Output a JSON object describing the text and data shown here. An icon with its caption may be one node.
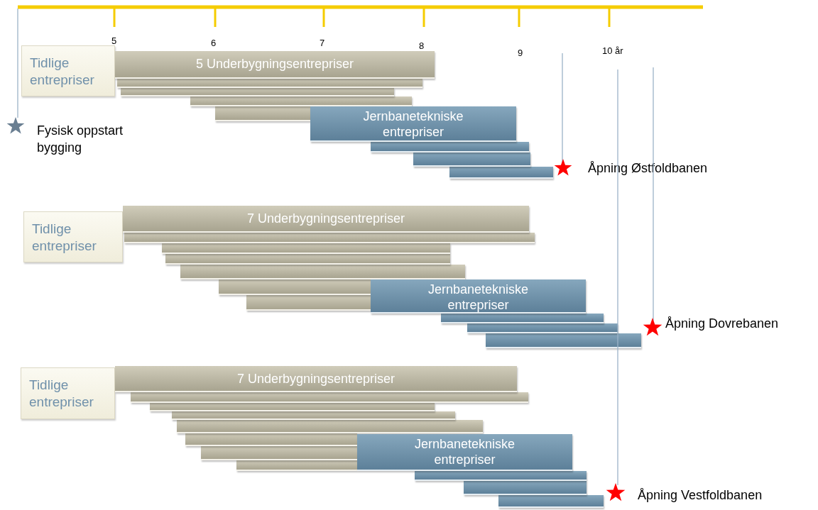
{
  "diagram": {
    "nodes": [
      {
        "text": [
          "Tidlige entrepriser"
        ]
      },
      {
        "text": [
          "5 Underbygningsentrepriser"
        ]
      },
      {
        "text": [],
        "shape": "bar"
      },
      {
        "text": [],
        "shape": "bar"
      },
      {
        "text": [],
        "shape": "bar"
      },
      {
        "text": [],
        "shape": "bar"
      },
      {
        "text": [
          "Jernbanetekniske entrepriser"
        ]
      },
      {
        "text": [],
        "shape": "bar"
      },
      {
        "text": [],
        "shape": "bar"
      },
      {
        "text": [],
        "shape": "bar"
      },
      {
        "text": [
          "Tidlige entrepriser"
        ]
      },
      {
        "text": [
          "7 Underbygningsentrepriser"
        ]
      },
      {
        "text": [],
        "shape": "bar"
      },
      {
        "text": [],
        "shape": "bar"
      },
      {
        "text": [],
        "shape": "bar"
      },
      {
        "text": [],
        "shape": "bar"
      },
      {
        "text": [],
        "shape": "bar"
      },
      {
        "text": [],
        "shape": "bar"
      },
      {
        "text": [
          "Jernbanetekniske entrepriser"
        ]
      },
      {
        "text": [],
        "shape": "bar"
      },
      {
        "text": [],
        "shape": "bar"
      },
      {
        "text": [],
        "shape": "bar"
      },
      {
        "text": [
          "Tidlige entrepriser"
        ]
      },
      {
        "text": [
          "7 Underbygningsentrepriser"
        ]
      },
      {
        "text": [],
        "shape": "bar"
      },
      {
        "text": [],
        "shape": "bar"
      },
      {
        "text": [],
        "shape": "bar"
      },
      {
        "text": [],
        "shape": "bar"
      },
      {
        "text": [],
        "shape": "bar"
      },
      {
        "text": [],
        "shape": "bar"
      },
      {
        "text": [],
        "shape": "bar"
      },
      {
        "text": [
          "Jernbanetekniske entrepriser"
        ]
      },
      {
        "text": [],
        "shape": "bar"
      },
      {
        "text": [],
        "shape": "bar"
      },
      {
        "text": [],
        "shape": "bar"
      }
    ],
    "labels": [
      "5",
      "6",
      "7",
      "8",
      "9",
      "10 år",
      "Fysisk oppstart bygging",
      "Åpning Østfoldbanen",
      "Åpning Dovrebanen",
      "Åpning Vestfoldbanen"
    ]
  }
}
